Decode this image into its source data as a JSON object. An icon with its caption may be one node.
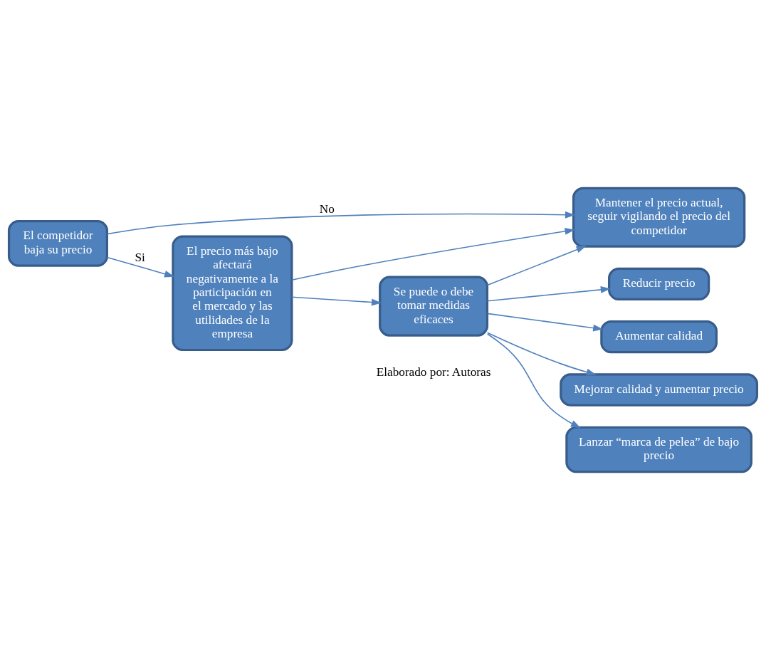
{
  "diagram": {
    "nodes": [
      {
        "text": [
          "El competidor baja su precio"
        ]
      },
      {
        "text": [
          "Mantener el precio actual, seguir vigilando el precio del competidor"
        ]
      },
      {
        "text": [
          "El precio más bajo afectará negativamente a la participación en el mercado y las utilidades de la empresa"
        ]
      },
      {
        "text": [
          "Se puede o debe tomar medidas eficaces"
        ]
      },
      {
        "text": [
          "Reducir precio"
        ]
      },
      {
        "text": [
          "Aumentar calidad"
        ]
      },
      {
        "text": [
          "Mejorar calidad y aumentar precio"
        ]
      },
      {
        "text": [
          "Lanzar “marca de pelea” de bajo precio"
        ]
      }
    ],
    "edges": [
      {
        "from": 0,
        "to": 2,
        "arrow": "to",
        "label": "Si"
      },
      {
        "from": 0,
        "to": 1,
        "arrow": "to",
        "label": "No"
      },
      {
        "from": 2,
        "to": 1,
        "arrow": "to"
      },
      {
        "from": 2,
        "to": 3,
        "arrow": "to"
      },
      {
        "from": 3,
        "to": 1,
        "arrow": "to"
      },
      {
        "from": 3,
        "to": 4,
        "arrow": "to"
      },
      {
        "from": 3,
        "to": 5,
        "arrow": "to"
      },
      {
        "from": 3,
        "to": 6,
        "arrow": "to"
      },
      {
        "from": 3,
        "to": 7,
        "arrow": "to"
      }
    ],
    "labels": [
      "Elaborado por: Autoras"
    ]
  }
}
